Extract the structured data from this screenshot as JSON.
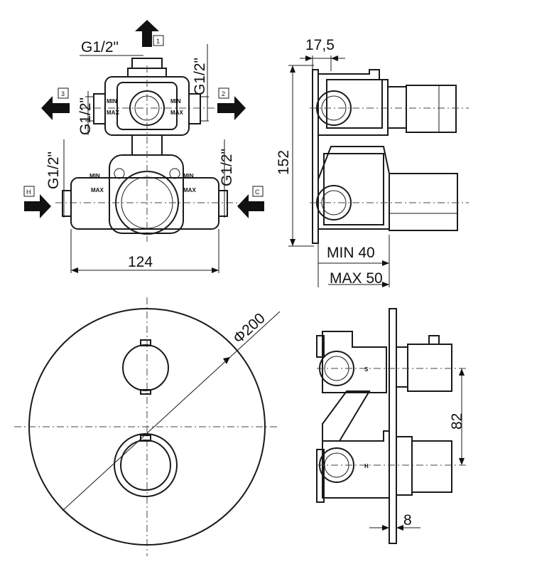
{
  "labels": {
    "thread_top": "G1/2\"",
    "thread_left": "G1/2\"",
    "thread_right": "G1/2\"",
    "thread_lower_left": "G1/2\"",
    "thread_lower_right": "G1/2\"",
    "width_124": "124",
    "depth_17_5": "17,5",
    "height_152": "152",
    "min_40": "MIN 40",
    "max_50": "MAX 50",
    "diameter_200": "Φ200",
    "spacing_82": "82",
    "plate_8": "8",
    "port_1": "1",
    "port_2": "2",
    "port_3": "3",
    "port_h": "H",
    "port_c": "C",
    "min_a": "MIN",
    "max_a": "MAX",
    "min_b": "MIN",
    "max_b": "MAX",
    "min_c": "MIN",
    "max_c": "MAX",
    "min_d": "MIN",
    "max_d": "MAX",
    "mark_s": "S",
    "mark_h": "H"
  }
}
